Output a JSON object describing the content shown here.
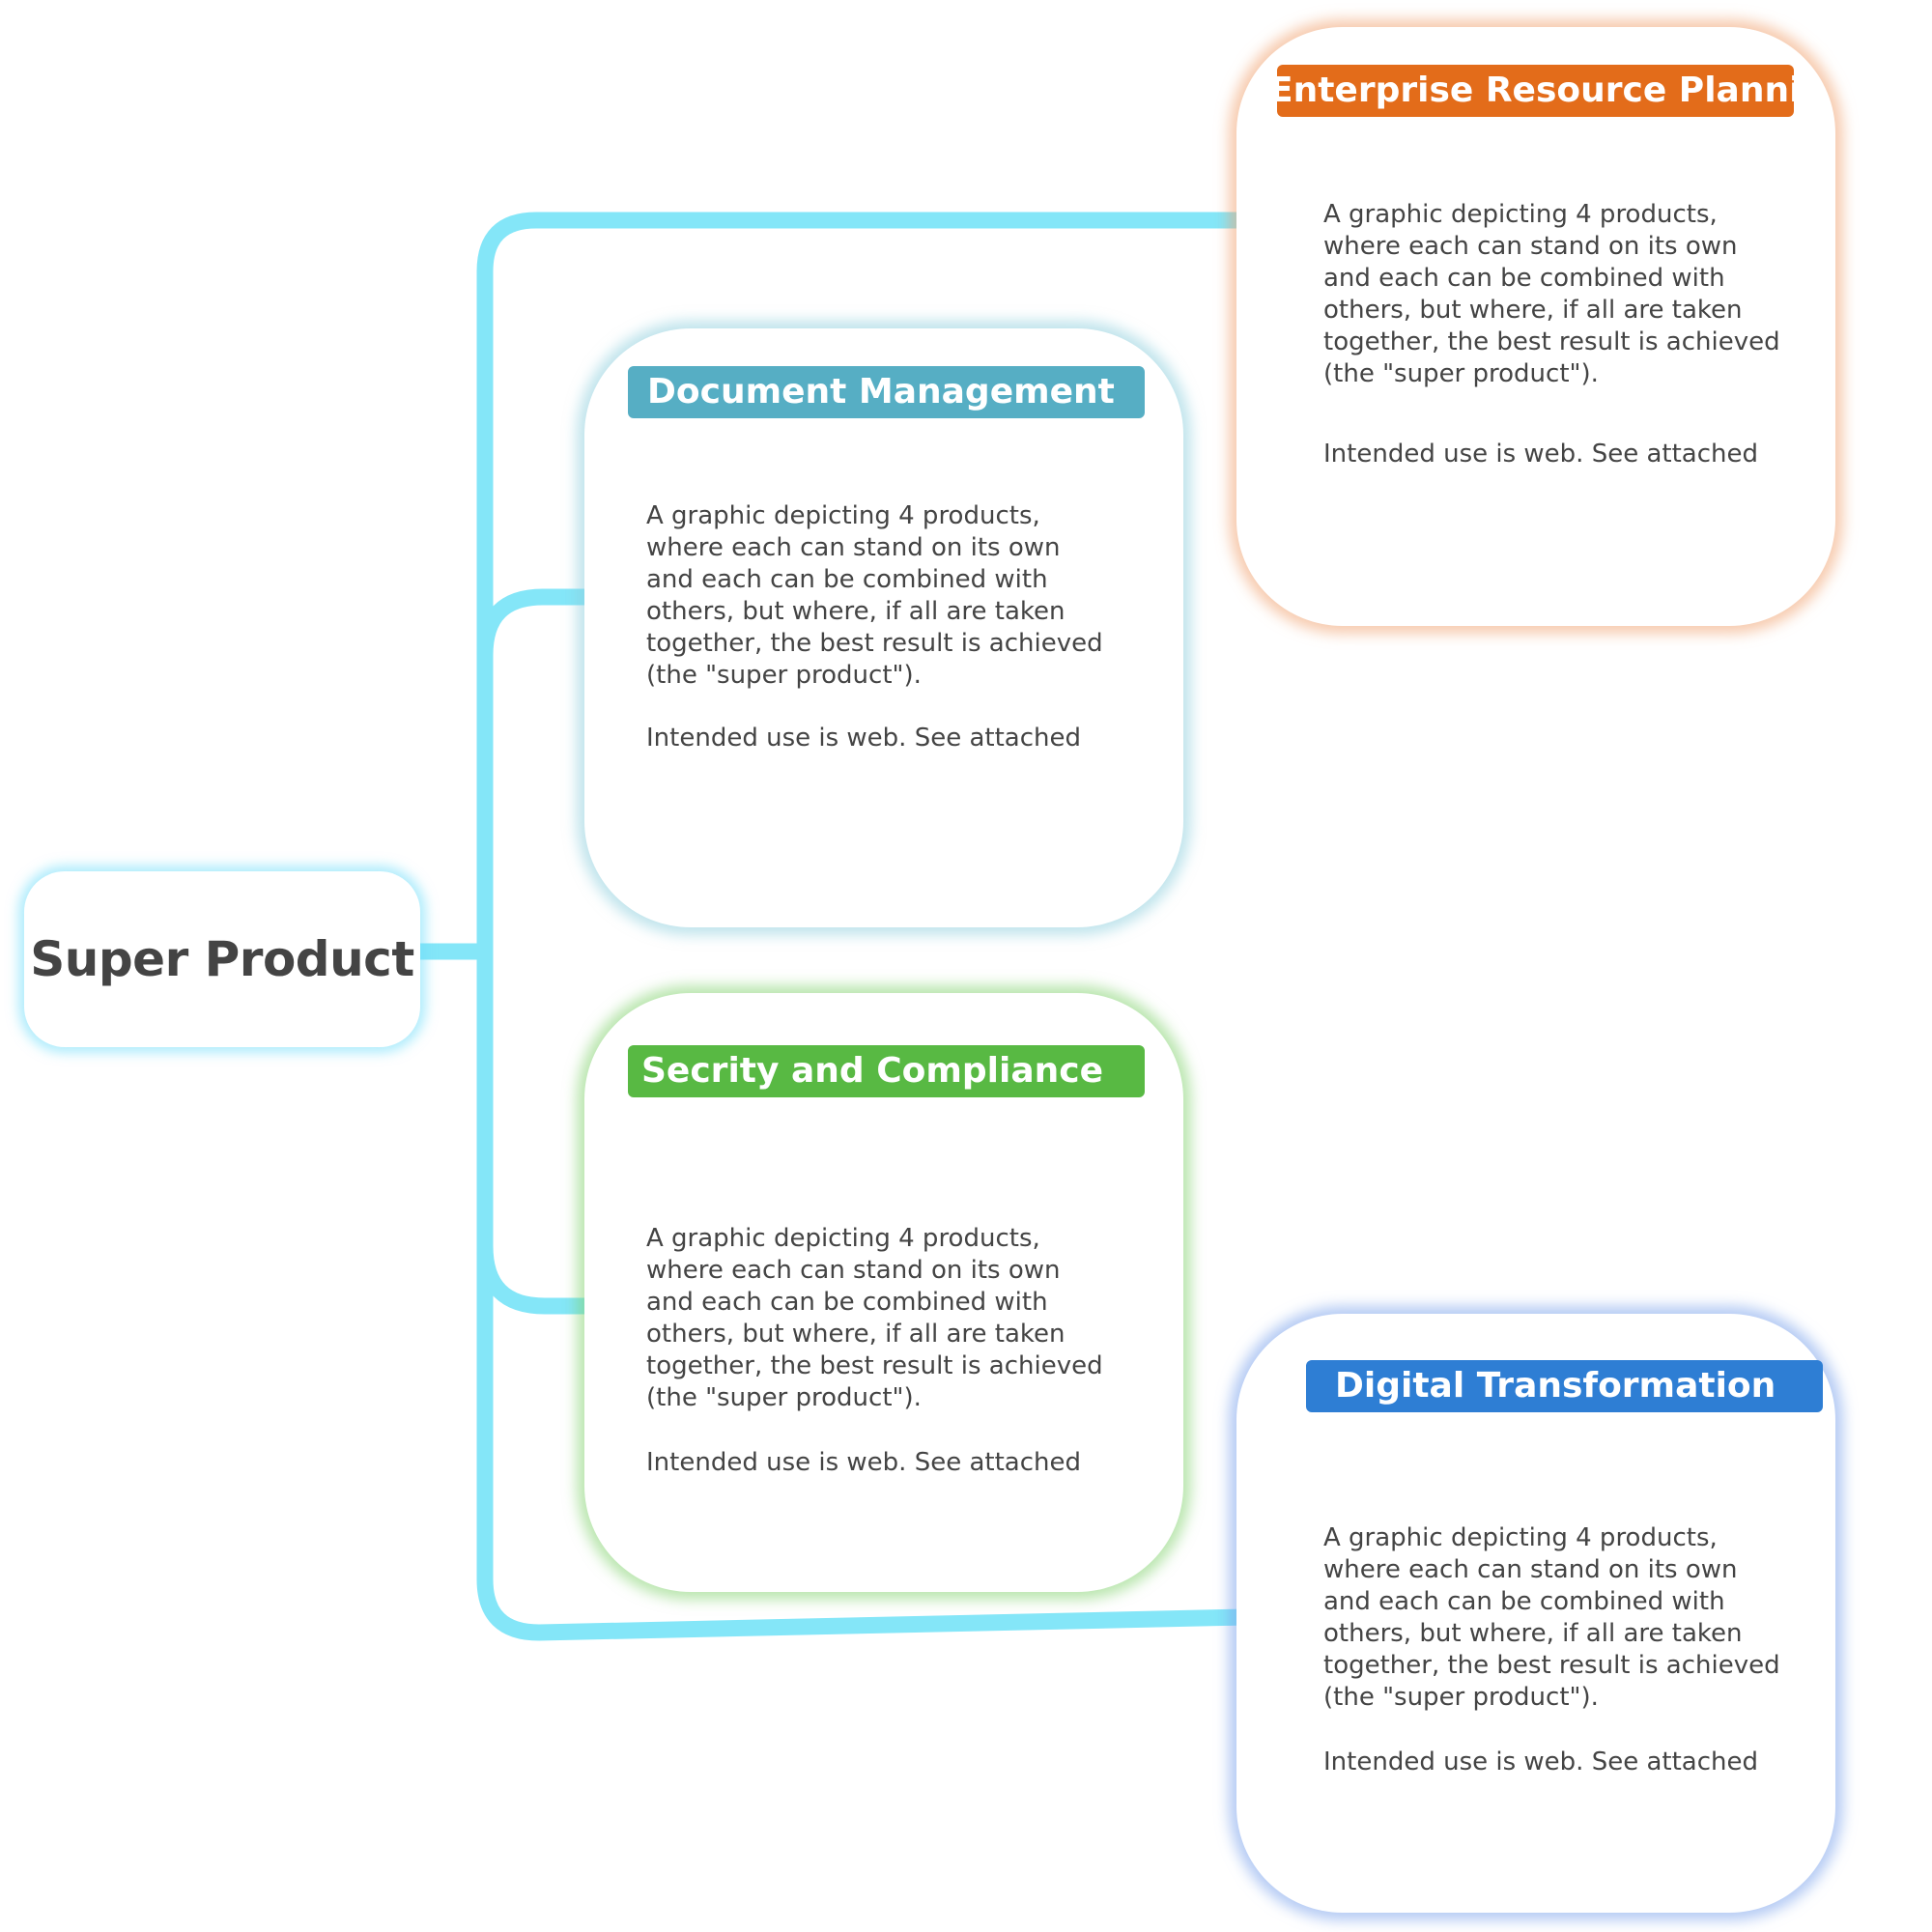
{
  "root": {
    "label": "Super Product"
  },
  "colors": {
    "connector": "#84E6F8",
    "text": "#444444",
    "erp": "#E36C1A",
    "doc": "#56AEC4",
    "sec": "#58B943",
    "dig": "#2E7ED4"
  },
  "cards": {
    "erp": {
      "title": "Enterprise Resource Planning",
      "body": "A graphic depicting 4 products,\nwhere each can stand on its own\nand each can be combined with\nothers, but where, if all are taken\ntogether, the best result is achieved\n(the \"super product\").",
      "note": "Intended use is web. See attached"
    },
    "doc": {
      "title": "Document Management",
      "body": "A graphic depicting 4 products,\nwhere each can stand on its own\nand each can be combined with\nothers, but where, if all are taken\ntogether, the best result is achieved\n(the \"super product\").",
      "note": "Intended use is web. See attached"
    },
    "sec": {
      "title": "Secrity and Compliance",
      "body": "A graphic depicting 4 products,\nwhere each can stand on its own\nand each can be combined with\nothers, but where, if all are taken\ntogether, the best result is achieved\n(the \"super product\").",
      "note": "Intended use is web. See attached"
    },
    "dig": {
      "title": "Digital Transformation",
      "body": "A graphic depicting 4 products,\nwhere each can stand on its own\nand each can be combined with\nothers, but where, if all are taken\ntogether, the best result is achieved\n(the \"super product\").",
      "note": "Intended use is web. See attached"
    }
  }
}
